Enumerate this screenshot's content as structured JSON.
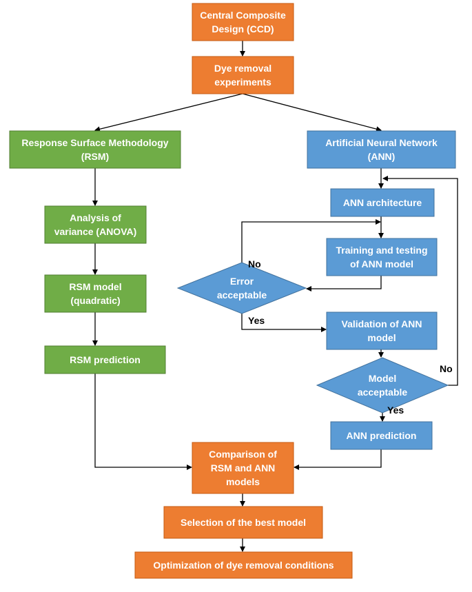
{
  "colors": {
    "orange_fill": "#ed7d31",
    "orange_stroke": "#c55a11",
    "green_fill": "#70ad47",
    "green_stroke": "#507e32",
    "blue_fill": "#5b9bd5",
    "blue_stroke": "#41719c",
    "arrow": "#000000",
    "node_text": "#ffffff"
  },
  "nodes": {
    "ccd": {
      "lines": [
        "Central Composite",
        "Design (CCD)"
      ]
    },
    "dye_exp": {
      "lines": [
        "Dye removal",
        "experiments"
      ]
    },
    "rsm": {
      "lines": [
        "Response Surface Methodology",
        "(RSM)"
      ]
    },
    "ann": {
      "lines": [
        "Artificial Neural Network",
        "(ANN)"
      ]
    },
    "anova": {
      "lines": [
        "Analysis of",
        "variance (ANOVA)"
      ]
    },
    "rsm_model": {
      "lines": [
        "RSM model",
        "(quadratic)"
      ]
    },
    "rsm_pred": {
      "lines": [
        "RSM prediction"
      ]
    },
    "ann_arch": {
      "lines": [
        "ANN architecture"
      ]
    },
    "train_test": {
      "lines": [
        "Training and testing",
        "of ANN model"
      ]
    },
    "error_ok": {
      "lines": [
        "Error",
        "acceptable"
      ]
    },
    "validation": {
      "lines": [
        "Validation of ANN",
        "model"
      ]
    },
    "model_ok": {
      "lines": [
        "Model",
        "acceptable"
      ]
    },
    "ann_pred": {
      "lines": [
        "ANN prediction"
      ]
    },
    "comparison": {
      "lines": [
        "Comparison of",
        "RSM and ANN",
        "models"
      ]
    },
    "selection": {
      "lines": [
        "Selection of the best model"
      ]
    },
    "optimization": {
      "lines": [
        "Optimization of dye removal conditions"
      ]
    }
  },
  "edge_labels": {
    "error_no": "No",
    "error_yes": "Yes",
    "model_no": "No",
    "model_yes": "Yes"
  }
}
